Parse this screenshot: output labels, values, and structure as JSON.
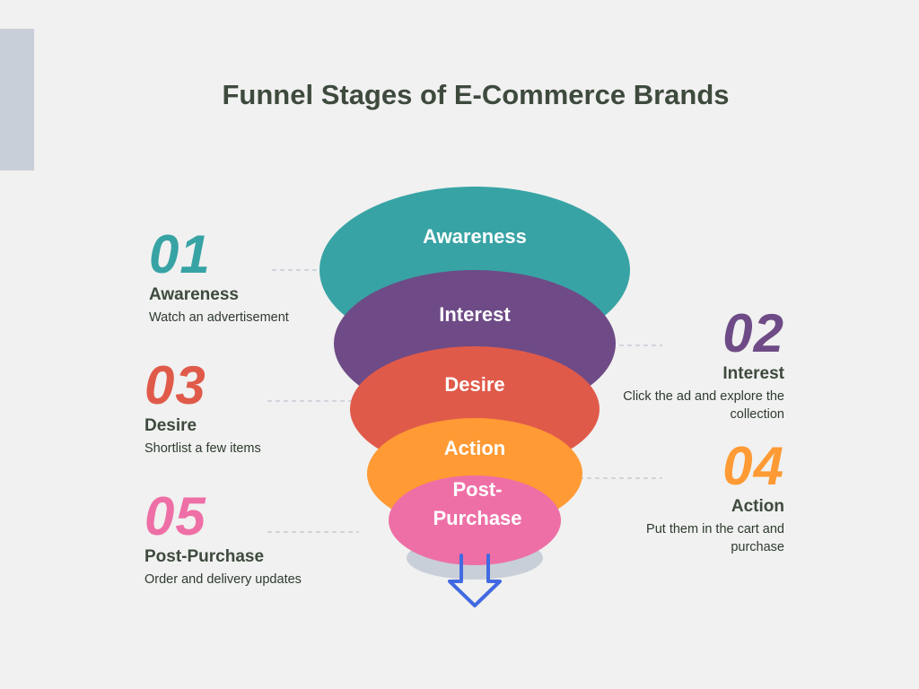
{
  "title": "Funnel Stages of E-Commerce Brands",
  "colors": {
    "awareness": "#38a3a5",
    "interest": "#6e4b86",
    "desire": "#e05a4a",
    "action": "#ff9a35",
    "post_purchase": "#ee6fa6",
    "base": "#c8cfd8",
    "arrow": "#4169e1"
  },
  "funnel": {
    "segments": [
      {
        "label": "Awareness"
      },
      {
        "label": "Interest"
      },
      {
        "label": "Desire"
      },
      {
        "label": "Action"
      },
      {
        "label_line1": "Post-",
        "label_line2": "Purchase"
      }
    ]
  },
  "stages": [
    {
      "number": "01",
      "name": "Awareness",
      "description": "Watch an advertisement"
    },
    {
      "number": "02",
      "name": "Interest",
      "description_line1": "Click the ad and explore the",
      "description_line2": "collection"
    },
    {
      "number": "03",
      "name": "Desire",
      "description": "Shortlist a few items"
    },
    {
      "number": "04",
      "name": "Action",
      "description_line1": "Put them in the cart and",
      "description_line2": "purchase"
    },
    {
      "number": "05",
      "name": "Post-Purchase",
      "description": "Order and delivery updates"
    }
  ],
  "icons": {
    "bottom_arrow": "arrow-down-icon"
  }
}
